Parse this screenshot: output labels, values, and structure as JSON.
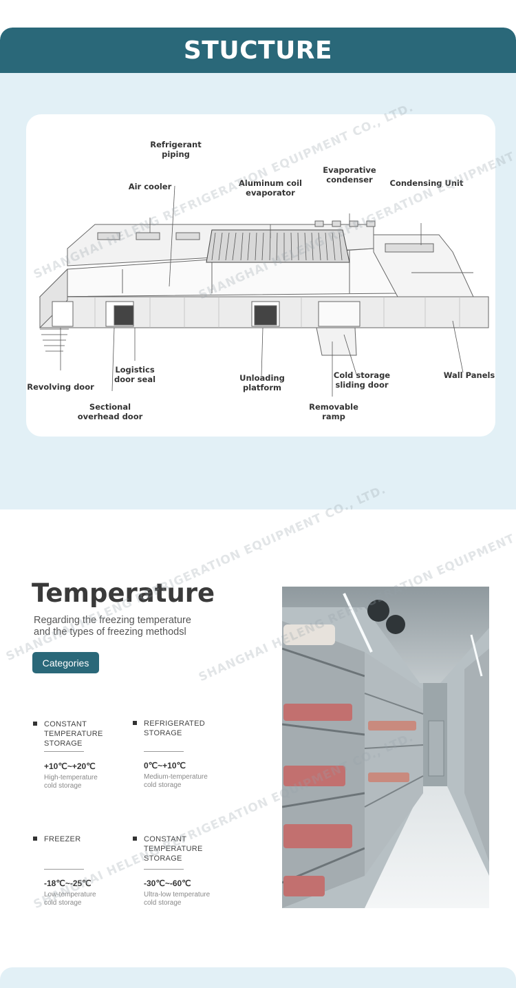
{
  "watermark": "SHANGHAI HELENG REFRIGERATION EQUIPMENT CO., LTD.",
  "structure": {
    "title": "STUCTURE",
    "labels": {
      "refrigerant_piping": "Refrigerant\npiping",
      "air_cooler": "Air cooler",
      "aluminum_coil": "Aluminum coil\nevaporator",
      "evaporative_condenser": "Evaporative\ncondenser",
      "condensing_unit": "Condensing Unit",
      "logistics_door_seal": "Logistics\ndoor seal",
      "revolving_door": "Revolving door",
      "sectional_door": "Sectional\noverhead door",
      "unloading_platform": "Unloading\nplatform",
      "sliding_door": "Cold storage\nsliding door",
      "removable_ramp": "Removable\nramp",
      "wall_panels": "Wall Panels"
    }
  },
  "temperature": {
    "title": "Temperature",
    "subtitle": "Regarding the freezing temperature\nand the types of freezing methodsl",
    "categories_button": "Categories",
    "items": [
      {
        "name": "CONSTANT\nTEMPERATURE\nSTORAGE",
        "range": "+10℃~+20℃",
        "desc": "High-temperature\ncold storage"
      },
      {
        "name": "REFRIGERATED\nSTORAGE",
        "range": "0℃~+10℃",
        "desc": "Medium-temperature\ncold storage"
      },
      {
        "name": "FREEZER",
        "range": "-18℃~-25℃",
        "desc": "Low-temperature\ncold storage"
      },
      {
        "name": "CONSTANT\nTEMPERATURE\nSTORAGE",
        "range": "-30℃~-60℃",
        "desc": "Ultra-low temperature\ncold storage"
      }
    ]
  },
  "colors": {
    "accent": "#2a6879",
    "section_bg": "#e2f0f6"
  }
}
